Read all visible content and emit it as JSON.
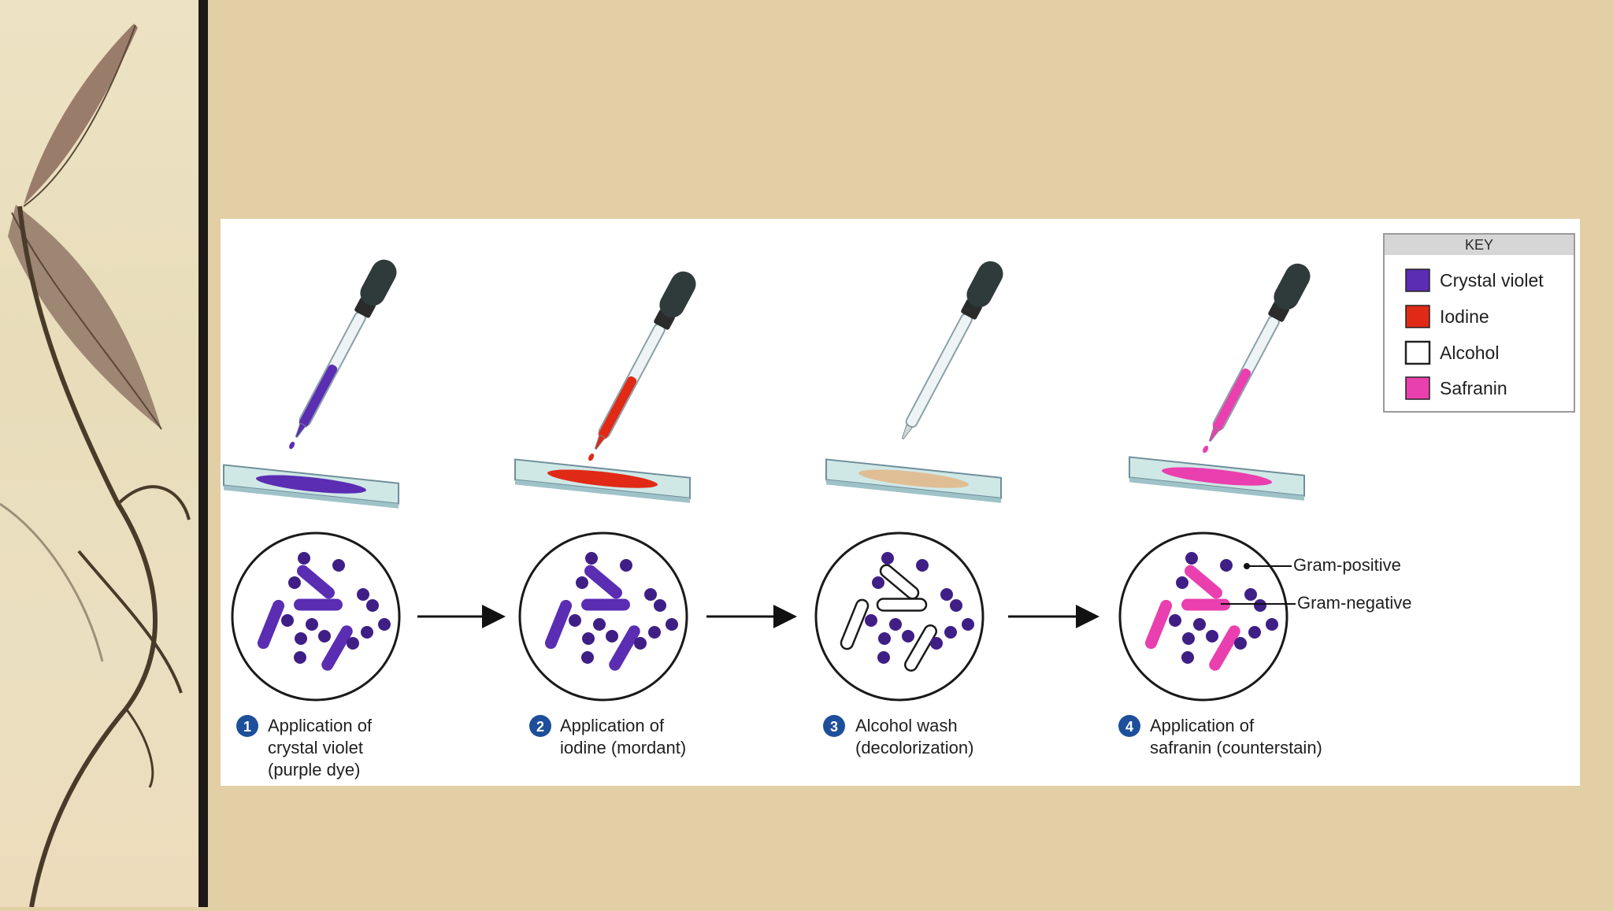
{
  "colors": {
    "crystal_violet": "#5a2db3",
    "iodine": "#e02a16",
    "alcohol": "#ffffff",
    "safranin": "#ea3fae",
    "cell_purple": "#3f1f86",
    "step_badge": "#1d4f9a",
    "slide_bg": "#e2cfa6",
    "divider": "#1e1b17"
  },
  "key": {
    "title": "KEY",
    "items": [
      {
        "label": "Crystal violet",
        "color": "#5a2db3"
      },
      {
        "label": "Iodine",
        "color": "#e02a16"
      },
      {
        "label": "Alcohol",
        "color": "#ffffff"
      },
      {
        "label": "Safranin",
        "color": "#ea3fae"
      }
    ]
  },
  "steps": [
    {
      "number": "1",
      "line1": "Application of",
      "line2": "crystal violet",
      "line3": "(purple dye)"
    },
    {
      "number": "2",
      "line1": "Application of",
      "line2": "iodine (mordant)",
      "line3": ""
    },
    {
      "number": "3",
      "line1": "Alcohol wash",
      "line2": "(decolorization)",
      "line3": ""
    },
    {
      "number": "4",
      "line1": "Application of",
      "line2": "safranin (counterstain)",
      "line3": ""
    }
  ],
  "labels": {
    "gram_positive": "Gram-positive",
    "gram_negative": "Gram-negative"
  }
}
